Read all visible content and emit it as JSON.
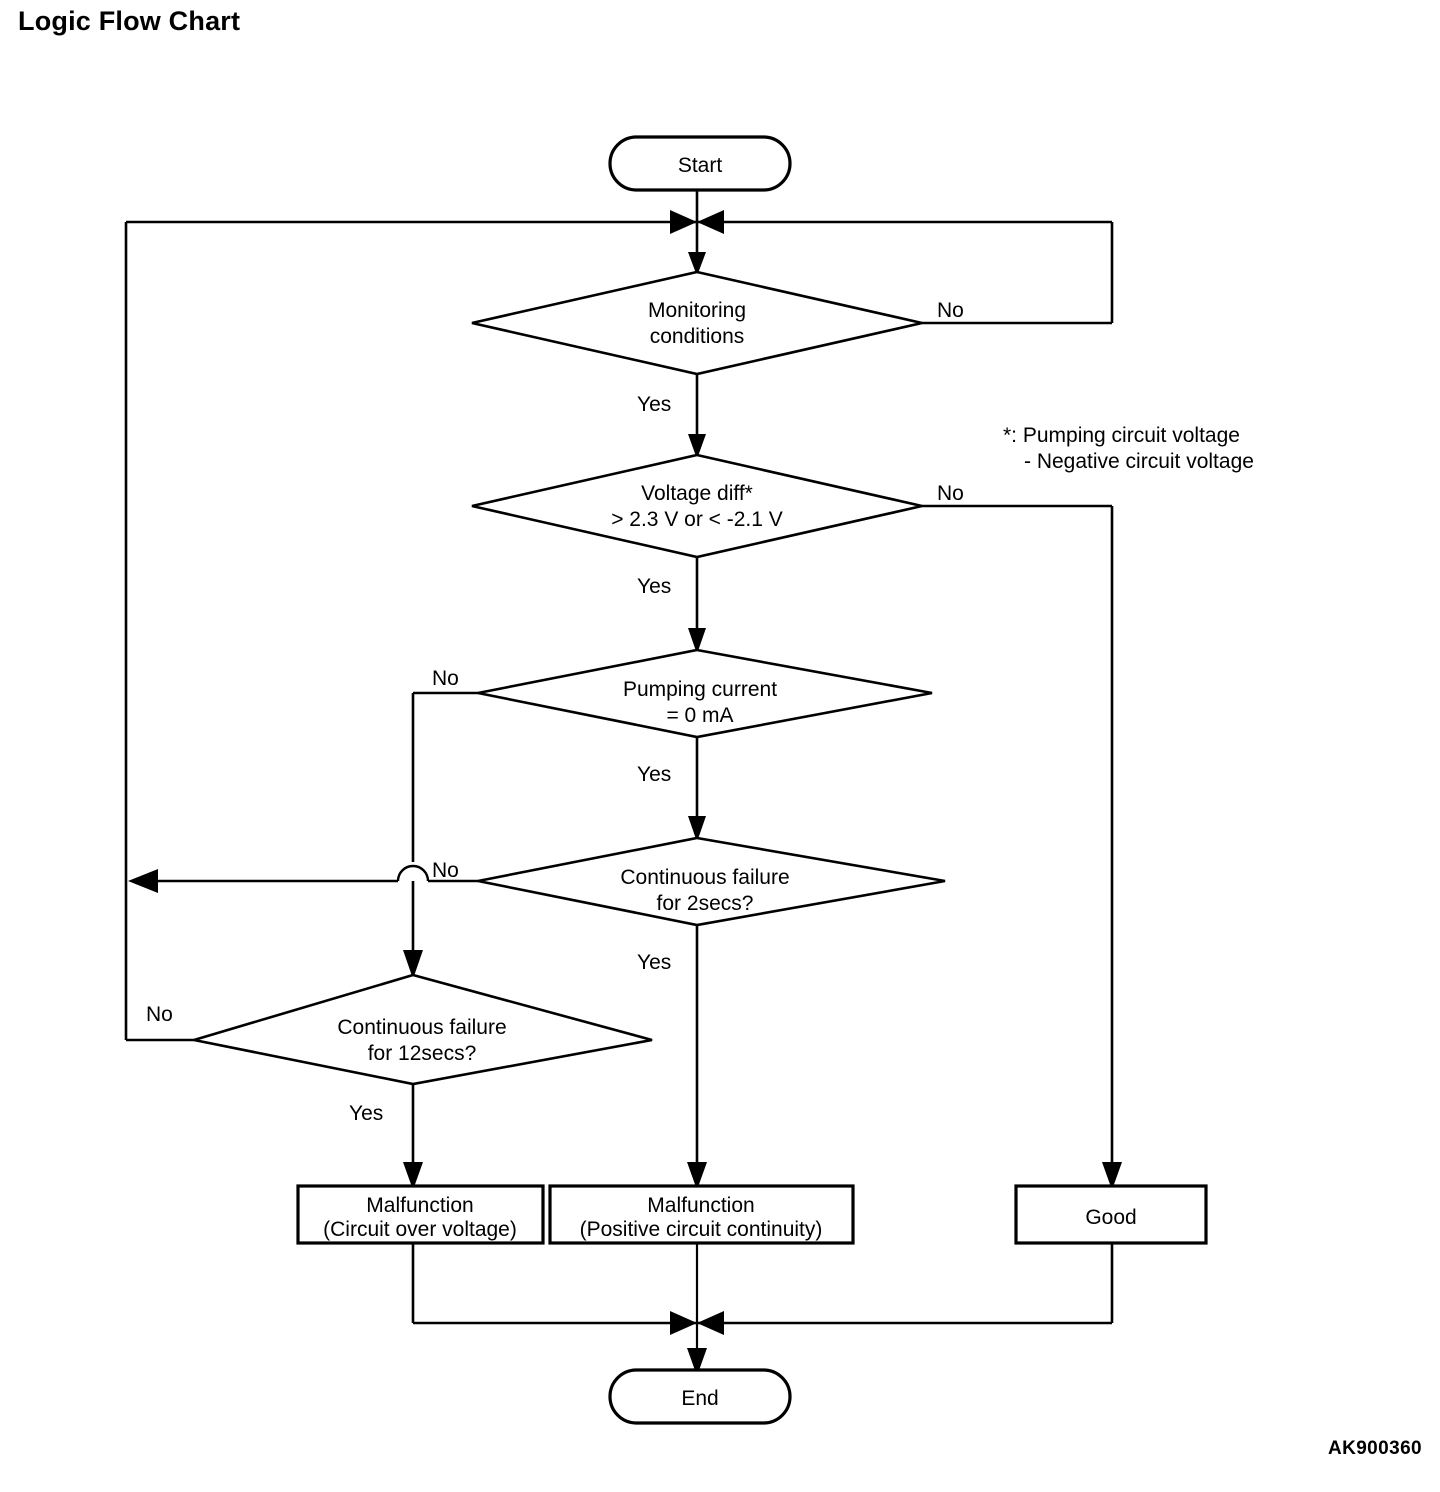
{
  "page": {
    "title": "Logic Flow Chart",
    "figure_code": "AK900360",
    "background_color": "#ffffff",
    "line_color": "#000000"
  },
  "note": {
    "line1": "*: Pumping circuit voltage",
    "line2": "- Negative circuit voltage"
  },
  "nodes": {
    "start": {
      "label": "Start",
      "shape": "stadium"
    },
    "end": {
      "label": "End",
      "shape": "stadium"
    },
    "monitoring": {
      "line1": "Monitoring",
      "line2": "conditions",
      "shape": "decision"
    },
    "voltage_diff": {
      "line1": "Voltage diff*",
      "line2": "> 2.3 V or < -2.1 V",
      "shape": "decision"
    },
    "pumping_current": {
      "line1": "Pumping current",
      "line2": "= 0 mA",
      "shape": "decision"
    },
    "failure_2secs": {
      "line1": "Continuous failure",
      "line2": "for 2secs?",
      "shape": "decision"
    },
    "failure_12secs": {
      "line1": "Continuous failure",
      "line2": "for 12secs?",
      "shape": "decision"
    },
    "malfunction_over_voltage": {
      "line1": "Malfunction",
      "line2": "(Circuit over voltage)",
      "shape": "process"
    },
    "malfunction_positive_continuity": {
      "line1": "Malfunction",
      "line2": "(Positive circuit continuity)",
      "shape": "process"
    },
    "good": {
      "label": "Good",
      "shape": "process"
    }
  },
  "branches": {
    "monitoring_yes": "Yes",
    "monitoring_no": "No",
    "voltage_yes": "Yes",
    "voltage_no": "No",
    "pumping_yes": "Yes",
    "pumping_no": "No",
    "failure2_yes": "Yes",
    "failure2_no": "No",
    "failure12_yes": "Yes",
    "failure12_no": "No"
  },
  "chart_data": {
    "type": "flowchart",
    "title": "Logic Flow Chart",
    "orientation": "top-to-bottom",
    "nodes": [
      {
        "id": "start",
        "type": "terminator",
        "text": "Start"
      },
      {
        "id": "monitoring",
        "type": "decision",
        "text": "Monitoring conditions"
      },
      {
        "id": "voltage_diff",
        "type": "decision",
        "text": "Voltage diff* > 2.3 V or < -2.1 V"
      },
      {
        "id": "pumping_current",
        "type": "decision",
        "text": "Pumping current = 0 mA"
      },
      {
        "id": "failure_2secs",
        "type": "decision",
        "text": "Continuous failure for 2secs?"
      },
      {
        "id": "failure_12secs",
        "type": "decision",
        "text": "Continuous failure for 12secs?"
      },
      {
        "id": "malfunction_over_voltage",
        "type": "process",
        "text": "Malfunction (Circuit over voltage)"
      },
      {
        "id": "malfunction_positive_continuity",
        "type": "process",
        "text": "Malfunction (Positive circuit continuity)"
      },
      {
        "id": "good",
        "type": "process",
        "text": "Good"
      },
      {
        "id": "end",
        "type": "terminator",
        "text": "End"
      }
    ],
    "edges": [
      {
        "from": "start",
        "to": "monitoring",
        "label": ""
      },
      {
        "from": "monitoring",
        "to": "monitoring",
        "label": "No",
        "note": "loops back to input of Monitoring conditions"
      },
      {
        "from": "monitoring",
        "to": "voltage_diff",
        "label": "Yes"
      },
      {
        "from": "voltage_diff",
        "to": "good",
        "label": "No"
      },
      {
        "from": "voltage_diff",
        "to": "pumping_current",
        "label": "Yes"
      },
      {
        "from": "pumping_current",
        "to": "failure_12secs",
        "label": "No"
      },
      {
        "from": "pumping_current",
        "to": "failure_2secs",
        "label": "Yes"
      },
      {
        "from": "failure_2secs",
        "to": "monitoring",
        "label": "No",
        "note": "loops back to input of Monitoring conditions"
      },
      {
        "from": "failure_2secs",
        "to": "malfunction_positive_continuity",
        "label": "Yes"
      },
      {
        "from": "failure_12secs",
        "to": "monitoring",
        "label": "No",
        "note": "loops back to input of Monitoring conditions"
      },
      {
        "from": "failure_12secs",
        "to": "malfunction_over_voltage",
        "label": "Yes"
      },
      {
        "from": "malfunction_over_voltage",
        "to": "end",
        "label": ""
      },
      {
        "from": "malfunction_positive_continuity",
        "to": "end",
        "label": ""
      },
      {
        "from": "good",
        "to": "end",
        "label": ""
      }
    ],
    "annotations": [
      "*: Pumping circuit voltage - Negative circuit voltage",
      "AK900360"
    ]
  }
}
